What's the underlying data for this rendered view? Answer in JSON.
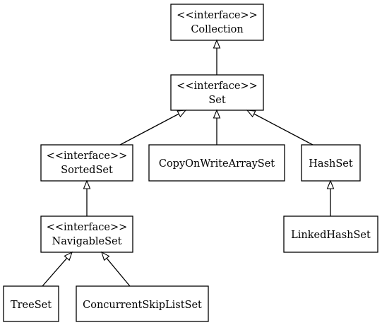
{
  "diagram": {
    "nodes": {
      "collection": {
        "stereotype": "<<interface>>",
        "name": "Collection"
      },
      "set": {
        "stereotype": "<<interface>>",
        "name": "Set"
      },
      "sortedset": {
        "stereotype": "<<interface>>",
        "name": "SortedSet"
      },
      "copyonwritearrayset": {
        "name": "CopyOnWriteArraySet"
      },
      "hashset": {
        "name": "HashSet"
      },
      "navigableset": {
        "stereotype": "<<interface>>",
        "name": "NavigableSet"
      },
      "linkedhashset": {
        "name": "LinkedHashSet"
      },
      "treeset": {
        "name": "TreeSet"
      },
      "concurrentskiplistset": {
        "name": "ConcurrentSkipListSet"
      }
    },
    "edges": [
      {
        "from": "set",
        "to": "collection"
      },
      {
        "from": "sortedset",
        "to": "set"
      },
      {
        "from": "copyonwritearrayset",
        "to": "set"
      },
      {
        "from": "hashset",
        "to": "set"
      },
      {
        "from": "navigableset",
        "to": "sortedset"
      },
      {
        "from": "linkedhashset",
        "to": "hashset"
      },
      {
        "from": "treeset",
        "to": "navigableset"
      },
      {
        "from": "concurrentskiplistset",
        "to": "navigableset"
      }
    ]
  }
}
